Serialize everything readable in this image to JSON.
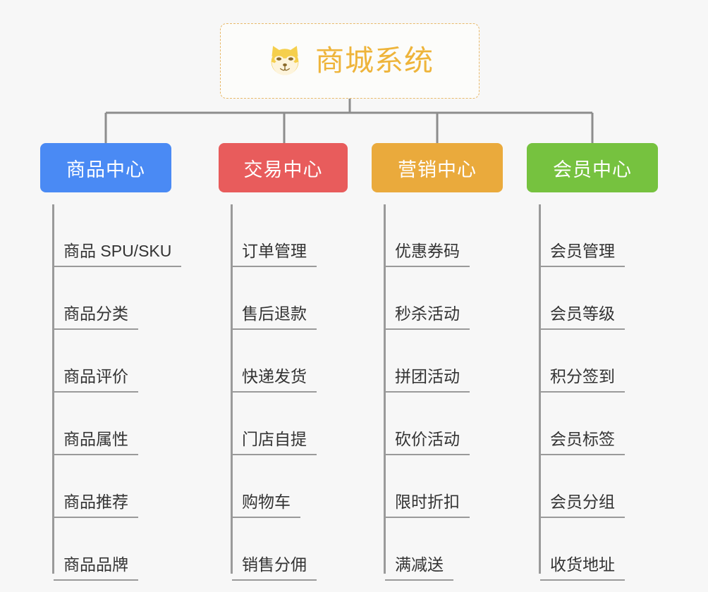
{
  "page": {
    "background_color": "#f7f7f7",
    "diagram_type": "org-chart"
  },
  "root": {
    "title": "商城系统",
    "icon": "shiba-dog-face-icon",
    "accent_color": "#eeb43a",
    "border_style": "dashed"
  },
  "branches": [
    {
      "id": "product-center",
      "label": "商品中心",
      "color": "#4a8af4",
      "items": [
        {
          "label": "商品 SPU/SKU"
        },
        {
          "label": "商品分类"
        },
        {
          "label": "商品评价"
        },
        {
          "label": "商品属性"
        },
        {
          "label": "商品推荐"
        },
        {
          "label": "商品品牌"
        }
      ]
    },
    {
      "id": "trade-center",
      "label": "交易中心",
      "color": "#e85c5c",
      "items": [
        {
          "label": "订单管理"
        },
        {
          "label": "售后退款"
        },
        {
          "label": "快递发货"
        },
        {
          "label": "门店自提"
        },
        {
          "label": "购物车"
        },
        {
          "label": "销售分佣"
        }
      ]
    },
    {
      "id": "marketing-center",
      "label": "营销中心",
      "color": "#eaaa3c",
      "items": [
        {
          "label": "优惠券码"
        },
        {
          "label": "秒杀活动"
        },
        {
          "label": "拼团活动"
        },
        {
          "label": "砍价活动"
        },
        {
          "label": "限时折扣"
        },
        {
          "label": "满减送"
        }
      ]
    },
    {
      "id": "member-center",
      "label": "会员中心",
      "color": "#76c23f",
      "items": [
        {
          "label": "会员管理"
        },
        {
          "label": "会员等级"
        },
        {
          "label": "积分签到"
        },
        {
          "label": "会员标签"
        },
        {
          "label": "会员分组"
        },
        {
          "label": "收货地址"
        }
      ]
    }
  ],
  "connectors": {
    "line_color": "#8d8d8d",
    "line_width": 3
  }
}
